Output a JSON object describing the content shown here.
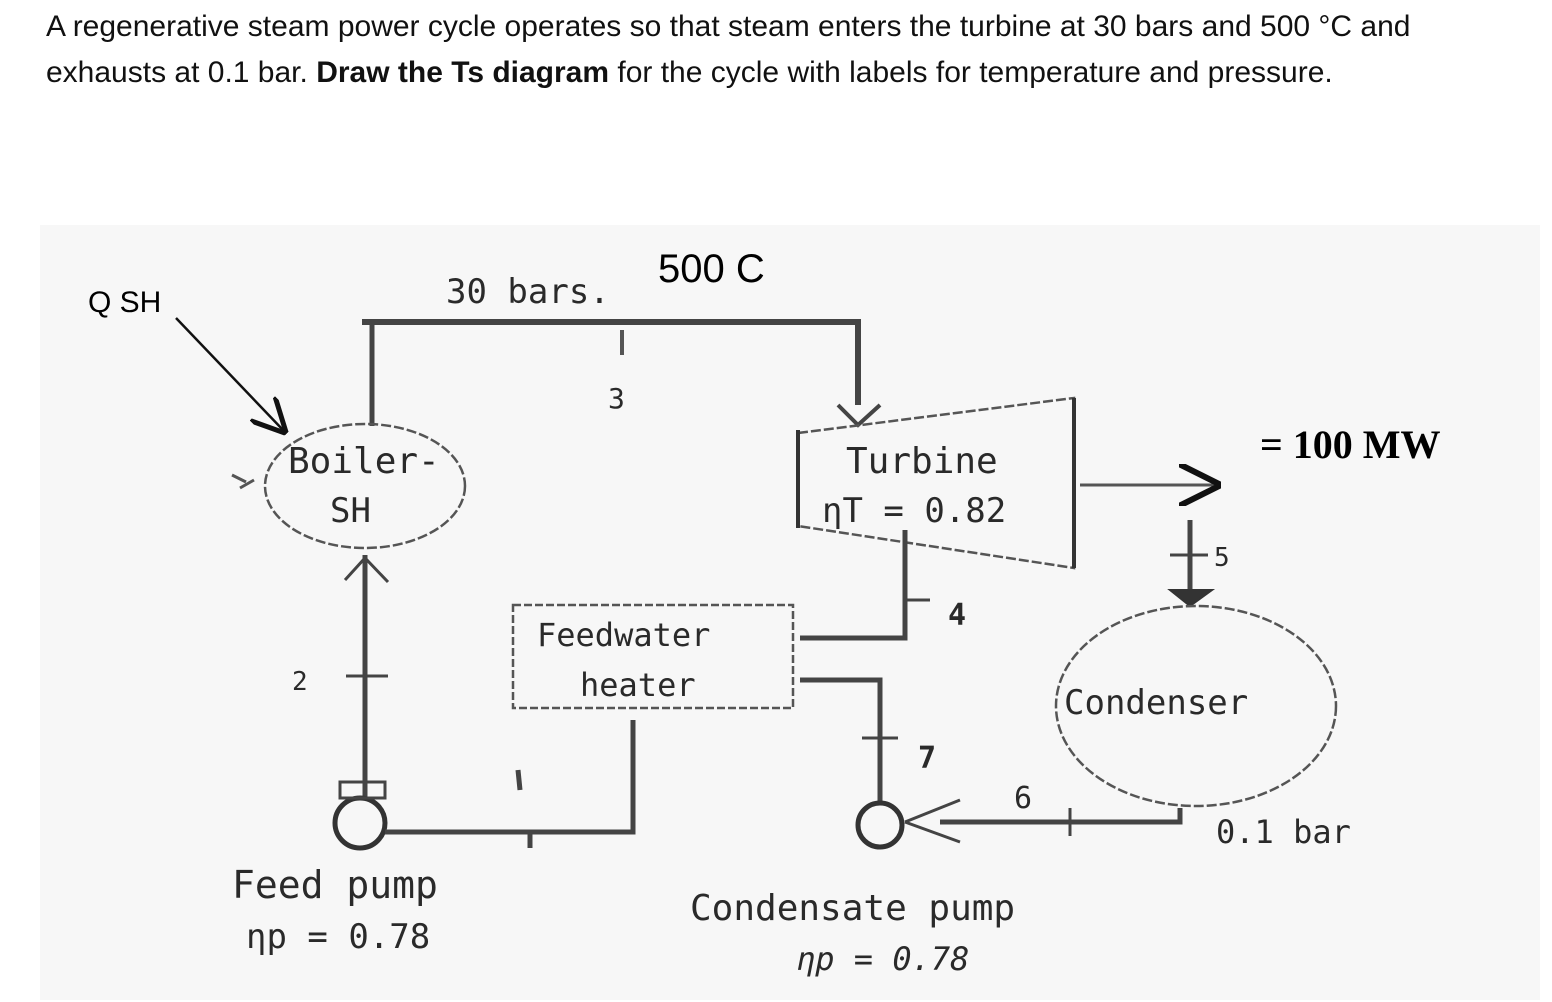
{
  "question": {
    "part1": "A regenerative steam power cycle operates so that steam enters the turbine at 30 bars and 500 °C and exhausts at 0.1 bar. ",
    "bold": "Draw the Ts diagram",
    "part2": " for the cycle with labels for temperature and pressure."
  },
  "diagram": {
    "q_sh": "Q SH",
    "pressure_high": "30 bars.",
    "temp_in": "500 C",
    "boiler_line1": "Boiler-",
    "boiler_line2": "SH",
    "turbine_line1": "Turbine",
    "turbine_eff": "ηT = 0.82",
    "power": "= 100 MW",
    "heater_line1": "Feedwater",
    "heater_line2": "heater",
    "condenser": "Condenser",
    "pressure_low": "0.1 bar",
    "feed_pump": "Feed pump",
    "feed_pump_eff": "ηp = 0.78",
    "cond_pump": "Condensate pump",
    "cond_pump_eff": "ηp = 0.78",
    "state_2": "2",
    "state_3": "3",
    "state_4": "4",
    "state_5": "5",
    "state_6": "6",
    "state_7": "7"
  }
}
